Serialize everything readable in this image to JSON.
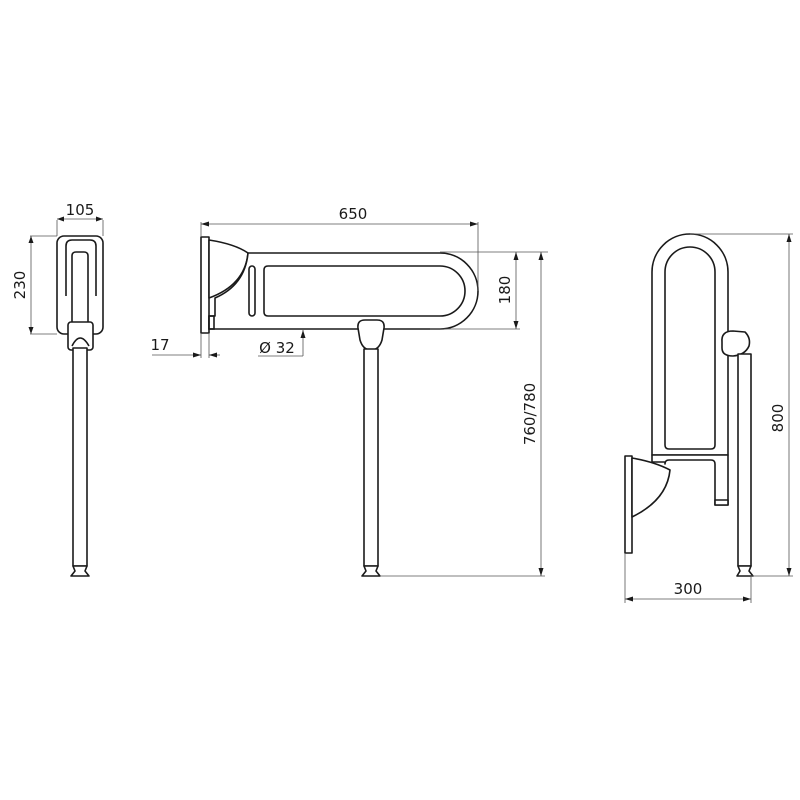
{
  "drawing": {
    "subject": "Folding grab bar with floor support leg",
    "line_color": "#1a1a1a",
    "dimension_color": "#555555",
    "views": [
      {
        "name": "front-view",
        "dimensions": {
          "width": "105",
          "height": "230"
        }
      },
      {
        "name": "side-view-horizontal",
        "dimensions": {
          "length": "650",
          "bar_height": "180",
          "plate_thickness": "17",
          "tube_diameter": "Ø 32",
          "floor_height": "760/780"
        }
      },
      {
        "name": "side-view-folded-up",
        "dimensions": {
          "height": "800",
          "depth": "300"
        }
      }
    ]
  }
}
